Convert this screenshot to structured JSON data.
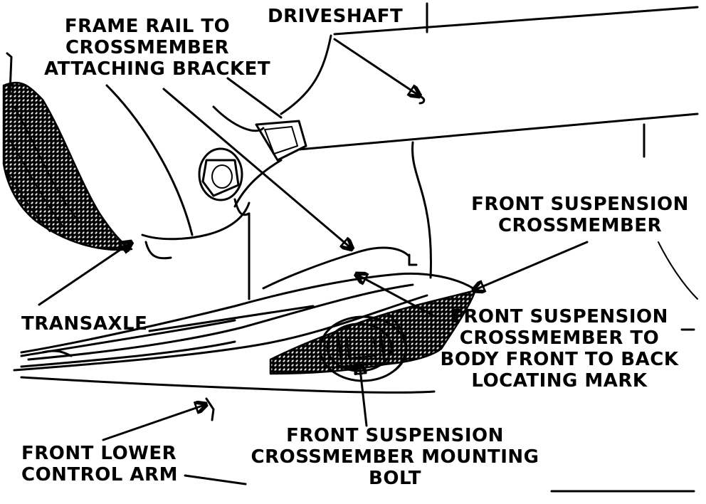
{
  "labels": {
    "driveshaft": "DRIVESHAFT",
    "frame_rail_bracket": [
      "FRAME RAIL TO",
      "CROSSMEMBER",
      "ATTACHING BRACKET"
    ],
    "front_suspension_crossmember": [
      "FRONT SUSPENSION",
      "CROSSMEMBER"
    ],
    "transaxle": "TRANSAXLE",
    "locating_mark": [
      "FRONT SUSPENSION",
      "CROSSMEMBER TO",
      "BODY FRONT TO BACK",
      "LOCATING MARK"
    ],
    "mounting_bolt": [
      "FRONT SUSPENSION",
      "CROSSMEMBER MOUNTING",
      "BOLT"
    ],
    "lower_control_arm": [
      "FRONT LOWER",
      "CONTROL ARM"
    ]
  },
  "colors": {
    "ink": "#000000",
    "paper": "#ffffff"
  }
}
